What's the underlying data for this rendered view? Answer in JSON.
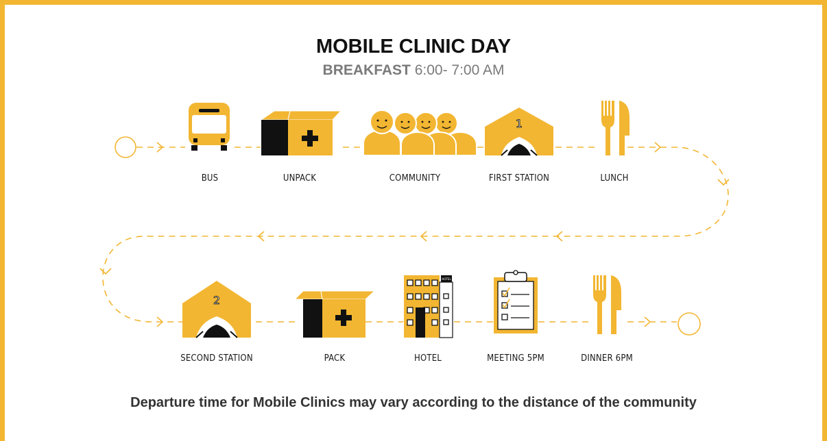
{
  "header": {
    "title": "MOBILE CLINIC DAY",
    "breakfast_label": "BREAKFAST",
    "breakfast_time": "6:00- 7:00  AM"
  },
  "steps": [
    {
      "label": "BUS",
      "icon": "bus-icon"
    },
    {
      "label": "UNPACK",
      "icon": "medical-box-icon"
    },
    {
      "label": "COMMUNITY",
      "icon": "people-icon"
    },
    {
      "label": "FIRST STATION",
      "icon": "tent-1-icon"
    },
    {
      "label": "LUNCH",
      "icon": "fork-knife-icon"
    },
    {
      "label": "SECOND STATION",
      "icon": "tent-2-icon"
    },
    {
      "label": "PACK",
      "icon": "medical-box-icon"
    },
    {
      "label": "HOTEL",
      "icon": "hotel-building-icon"
    },
    {
      "label": "MEETING 5PM",
      "icon": "clipboard-icon"
    },
    {
      "label": "DINNER 6PM",
      "icon": "fork-knife-icon"
    }
  ],
  "icons": {
    "tent_1_number": "1",
    "tent_2_number": "2",
    "hotel_sign": "HOTEL"
  },
  "footer": {
    "note": "Departure time for Mobile Clinics may vary according to the distance of the community"
  },
  "colors": {
    "accent": "#F2B632",
    "ink": "#111111",
    "subtitle": "#7a7a7a"
  }
}
